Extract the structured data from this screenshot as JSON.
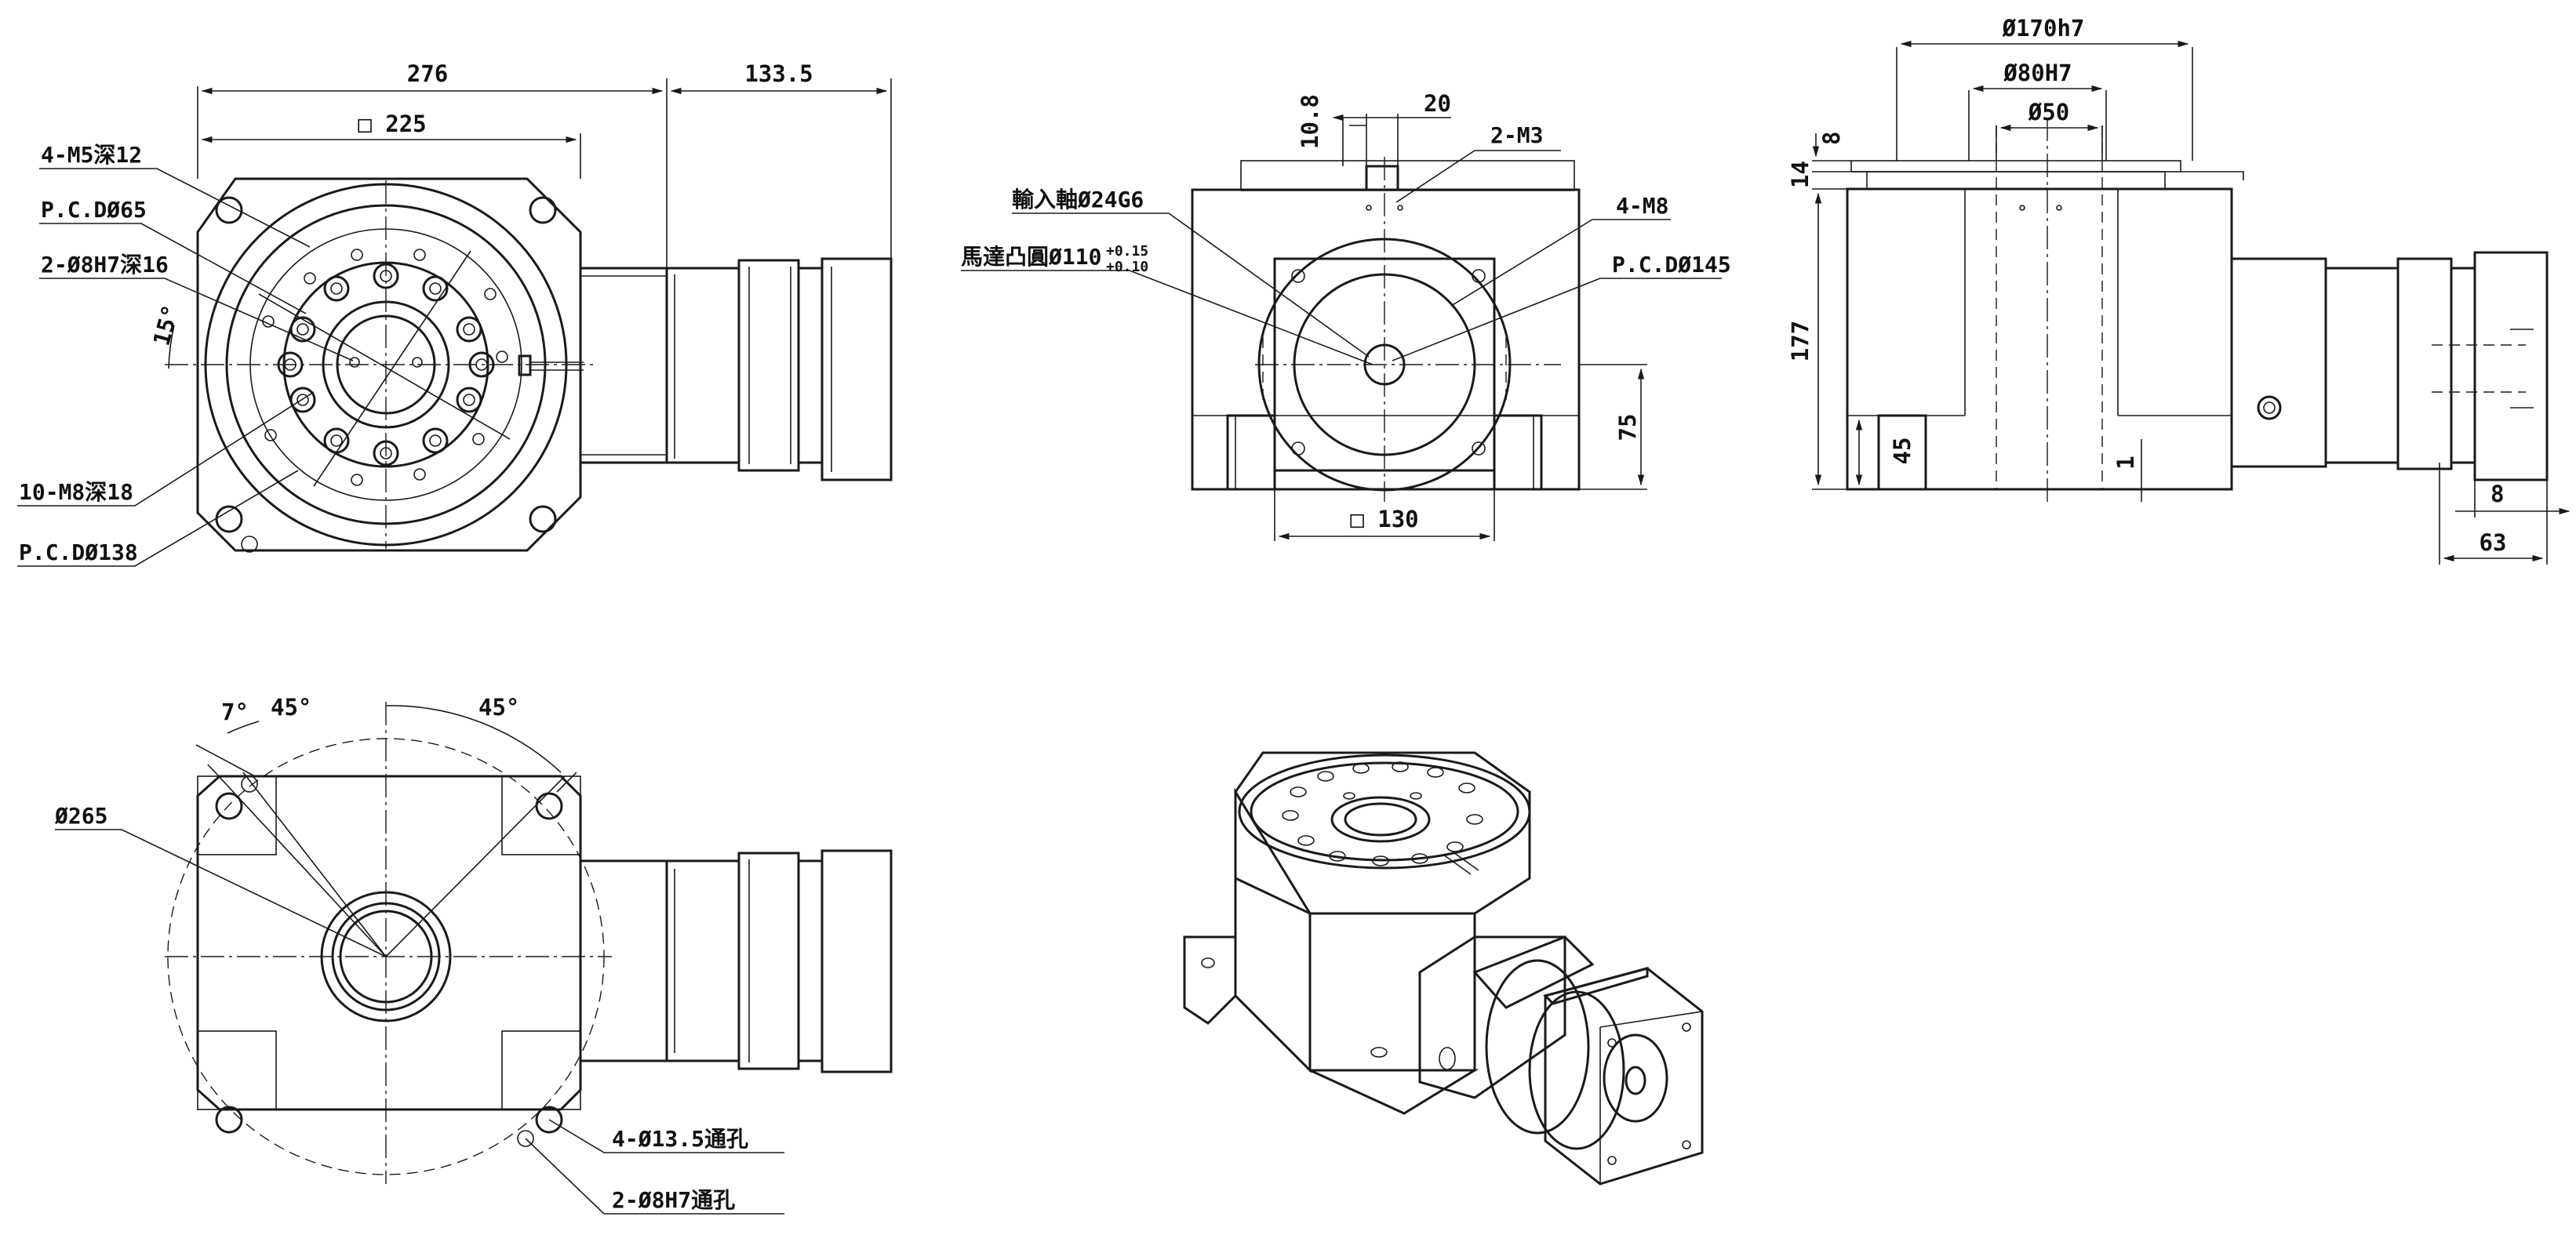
{
  "drawing": {
    "front_view": {
      "dim_overall_width": "276",
      "dim_extension": "133.5",
      "dim_square": "□ 225",
      "label_m5": "4-M5深12",
      "label_pcd65": "P.C.DØ65",
      "label_pin16": "2-Ø8H7深16",
      "label_angle": "15°",
      "label_m8": "10-M8深18",
      "label_pcd138": "P.C.DØ138"
    },
    "motor_view": {
      "dim_10_8": "10.8",
      "dim_20": "20",
      "label_2m3": "2-M3",
      "label_input_shaft": "輸入軸Ø24G6",
      "label_motor_boss": "馬達凸圓Ø110",
      "tol_upper": "+0.15",
      "tol_lower": "+0.10",
      "label_4m8": "4-M8",
      "label_pcd145": "P.C.DØ145",
      "dim_75": "75",
      "dim_square130": "□ 130"
    },
    "side_view": {
      "dim_170": "Ø170h7",
      "dim_80": "Ø80H7",
      "dim_50": "Ø50",
      "dim_8_top": "8",
      "dim_14": "14",
      "dim_177": "177",
      "dim_45": "45",
      "dim_1": "1",
      "dim_8_right": "8",
      "dim_63": "63"
    },
    "bottom_view": {
      "angle_7": "7°",
      "angle_45_left": "45°",
      "angle_45_right": "45°",
      "label_dia265": "Ø265",
      "label_through_holes": "4-Ø13.5通孔",
      "label_pin_through": "2-Ø8H7通孔"
    }
  }
}
